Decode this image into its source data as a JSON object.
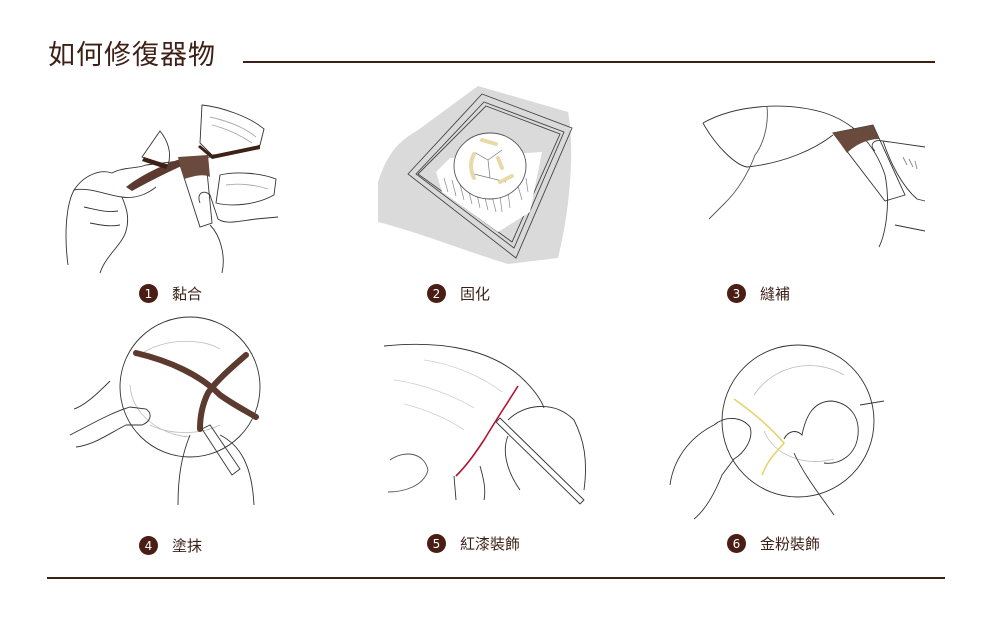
{
  "header": {
    "title": "如何修復器物"
  },
  "steps": [
    {
      "number": "1",
      "label": "黏合",
      "illustration": "hands-gluing-broken-pieces"
    },
    {
      "number": "2",
      "label": "固化",
      "illustration": "plate-curing-in-box"
    },
    {
      "number": "3",
      "label": "縫補",
      "illustration": "filling-crack-with-spatula"
    },
    {
      "number": "4",
      "label": "塗抹",
      "illustration": "applying-lacquer-along-cracks"
    },
    {
      "number": "5",
      "label": "紅漆裝飾",
      "illustration": "painting-red-lacquer-line"
    },
    {
      "number": "6",
      "label": "金粉裝飾",
      "illustration": "dusting-gold-powder"
    }
  ],
  "colors": {
    "text": "#3d1f15",
    "badge": "#4a1e14",
    "lacquer_brown": "#6b4a3e",
    "red_lacquer": "#b3122e",
    "gold": "#e6d36a",
    "tape": "#ead9a8",
    "cloth_gray": "#d9d9d9"
  }
}
